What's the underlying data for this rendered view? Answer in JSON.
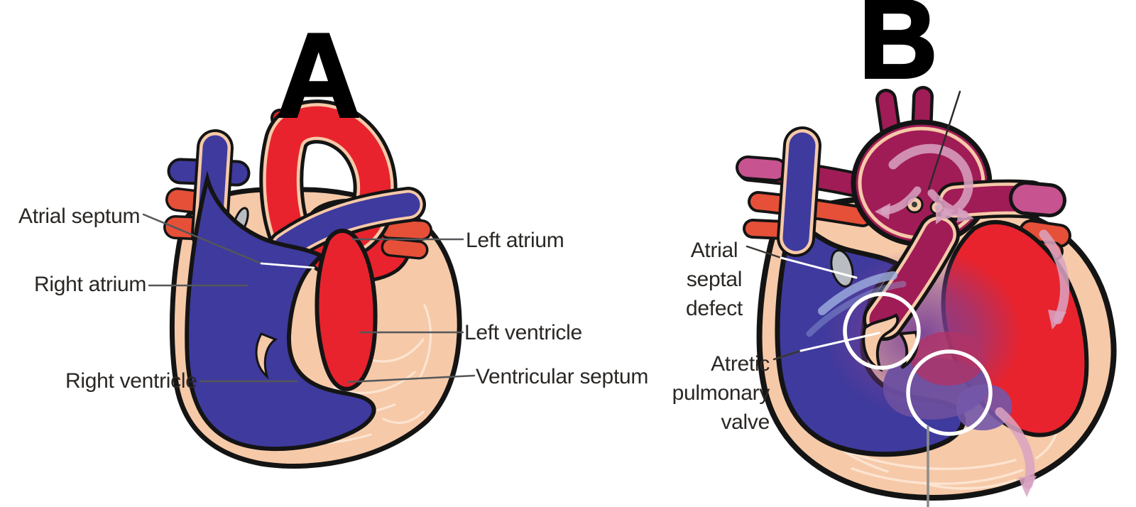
{
  "figure": {
    "panel_a": {
      "letter": "A",
      "labels": {
        "atrial_septum": "Atrial septum",
        "right_atrium": "Right atrium",
        "right_ventricle": "Right ventricle",
        "left_atrium": "Left atrium",
        "left_ventricle": "Left ventricle",
        "ventricular_septum": "Ventricular septum"
      }
    },
    "panel_b": {
      "letter": "B",
      "labels": {
        "atrial_septal_defect": {
          "line1": "Atrial",
          "line2": "septal",
          "line3": "defect"
        },
        "atretic_pulmonary_valve": {
          "line1": "Atretic",
          "line2": "pulmonary",
          "line3": "valve"
        }
      }
    }
  },
  "colors": {
    "oxygenated_red": "#e8232d",
    "deoxygenated_blue": "#3f3a9d",
    "mixed_blood_maroon": "#a01c56",
    "mixed_blood_purple": "#6b4fa0",
    "myocardium_peach": "#f6c9a8",
    "flow_arrow_pink": "#d9a3c2",
    "shunt_streak_blue": "#9fb0e0",
    "highlight_circle_white": "#ffffff",
    "leader_line_gray": "#55575a",
    "label_text": "#2a2724",
    "outline_black": "#141414",
    "background": "#ffffff"
  }
}
